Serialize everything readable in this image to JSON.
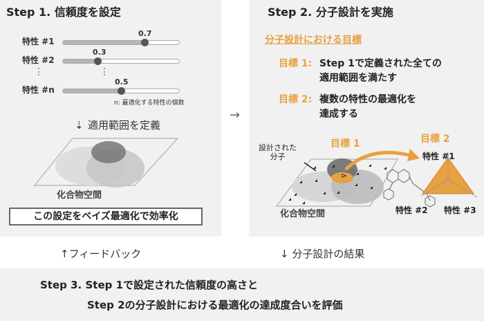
{
  "step1": {
    "title": "Step 1. 信頼度を設定",
    "sliders": [
      {
        "label": "特性 #1",
        "value": 0.7
      },
      {
        "label": "特性 #2",
        "value": 0.3
      },
      {
        "label": "特性 #n",
        "value": 0.5
      }
    ],
    "value_labels": [
      "0.7",
      "0.3",
      "0.5"
    ],
    "note": "n: 最適化する特性の個数",
    "define_label": "適用範囲を定義",
    "space_label": "化合物空間",
    "box_text": "この設定をベイズ最適化で効率化"
  },
  "arrow_right": "→",
  "step2": {
    "title": "Step 2. 分子設計を実施",
    "subtitle": "分子設計における目標",
    "goals": [
      {
        "label": "目標 1:",
        "line1": "Step 1で定義された全ての",
        "line2": "適用範囲を満たす"
      },
      {
        "label": "目標 2:",
        "line1": "複数の特性の最適化を",
        "line2": "達成する"
      }
    ],
    "designed_label1": "設計された",
    "designed_label2": "分子",
    "goal1_tag": "目標 1",
    "goal2_tag": "目標 2",
    "space_label": "化合物空間",
    "radar_labels": [
      "特性 #1",
      "特性 #2",
      "特性 #3"
    ]
  },
  "feedback": "↑フィードバック",
  "result": "↓ 分子設計の結果",
  "step3": {
    "line1": "Step 3.  Step 1で設定された信頼度の高さと",
    "line2": "Step 2の分子設計における最適化の達成度合いを評価"
  },
  "colors": {
    "accent": "#e8a040",
    "panel": "#f1f1f1"
  }
}
